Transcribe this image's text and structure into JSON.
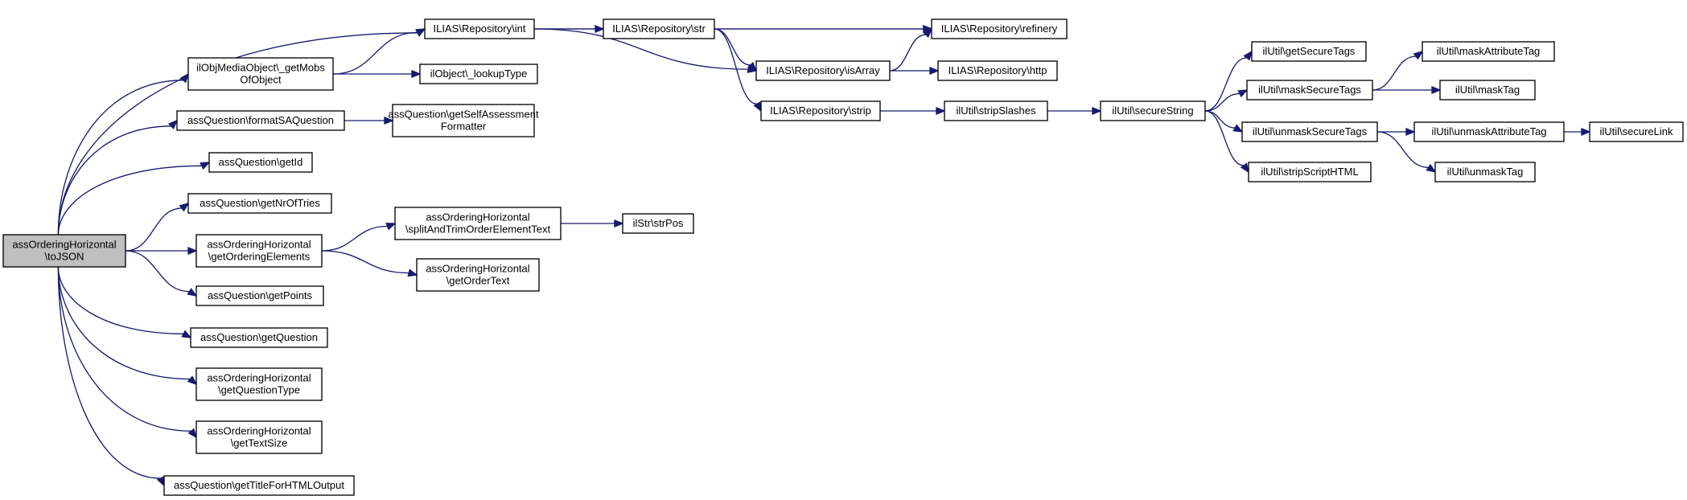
{
  "graph": {
    "colors": {
      "edge": "#191970",
      "root_fill": "#bfbfbf",
      "node_fill": "#ffffff",
      "node_border": "#000000"
    },
    "nodes": [
      {
        "id": "root",
        "lines": [
          "assOrderingHorizontal",
          "\\toJSON"
        ],
        "root": true
      },
      {
        "id": "n_ilias_int",
        "lines": [
          "ILIAS\\Repository\\int"
        ]
      },
      {
        "id": "n_getmobs",
        "lines": [
          "ilObjMediaObject\\_getMobs",
          "OfObject"
        ]
      },
      {
        "id": "n_formatsa",
        "lines": [
          "assQuestion\\formatSAQuestion"
        ]
      },
      {
        "id": "n_getid",
        "lines": [
          "assQuestion\\getId"
        ]
      },
      {
        "id": "n_getnroftries",
        "lines": [
          "assQuestion\\getNrOfTries"
        ]
      },
      {
        "id": "n_getorderingelements",
        "lines": [
          "assOrderingHorizontal",
          "\\getOrderingElements"
        ]
      },
      {
        "id": "n_getpoints",
        "lines": [
          "assQuestion\\getPoints"
        ]
      },
      {
        "id": "n_getquestion",
        "lines": [
          "assQuestion\\getQuestion"
        ]
      },
      {
        "id": "n_getquestiontype",
        "lines": [
          "assOrderingHorizontal",
          "\\getQuestionType"
        ]
      },
      {
        "id": "n_gettextsize",
        "lines": [
          "assOrderingHorizontal",
          "\\getTextSize"
        ]
      },
      {
        "id": "n_gettitle",
        "lines": [
          "assQuestion\\getTitleForHTMLOutput"
        ]
      },
      {
        "id": "n_ilias_str",
        "lines": [
          "ILIAS\\Repository\\str"
        ]
      },
      {
        "id": "n_lookuptype",
        "lines": [
          "ilObject\\_lookupType"
        ]
      },
      {
        "id": "n_selfassessment",
        "lines": [
          "assQuestion\\getSelfAssessment",
          "Formatter"
        ]
      },
      {
        "id": "n_splitandtrim",
        "lines": [
          "assOrderingHorizontal",
          "\\splitAndTrimOrderElementText"
        ]
      },
      {
        "id": "n_getordertext",
        "lines": [
          "assOrderingHorizontal",
          "\\getOrderText"
        ]
      },
      {
        "id": "n_ilias_refinery",
        "lines": [
          "ILIAS\\Repository\\refinery"
        ]
      },
      {
        "id": "n_ilias_isarray",
        "lines": [
          "ILIAS\\Repository\\isArray"
        ]
      },
      {
        "id": "n_ilias_strip",
        "lines": [
          "ILIAS\\Repository\\strip"
        ]
      },
      {
        "id": "n_strpos",
        "lines": [
          "ilStr\\strPos"
        ]
      },
      {
        "id": "n_ilias_http",
        "lines": [
          "ILIAS\\Repository\\http"
        ]
      },
      {
        "id": "n_stripslashes",
        "lines": [
          "ilUtil\\stripSlashes"
        ]
      },
      {
        "id": "n_securestring",
        "lines": [
          "ilUtil\\secureString"
        ]
      },
      {
        "id": "n_getsecuretags",
        "lines": [
          "ilUtil\\getSecureTags"
        ]
      },
      {
        "id": "n_masksecuretags",
        "lines": [
          "ilUtil\\maskSecureTags"
        ]
      },
      {
        "id": "n_unmasksecuretags",
        "lines": [
          "ilUtil\\unmaskSecureTags"
        ]
      },
      {
        "id": "n_stripscripthtml",
        "lines": [
          "ilUtil\\stripScriptHTML"
        ]
      },
      {
        "id": "n_maskattributetag",
        "lines": [
          "ilUtil\\maskAttributeTag"
        ]
      },
      {
        "id": "n_masktag",
        "lines": [
          "ilUtil\\maskTag"
        ]
      },
      {
        "id": "n_unmaskattributetag",
        "lines": [
          "ilUtil\\unmaskAttributeTag"
        ]
      },
      {
        "id": "n_unmasktag",
        "lines": [
          "ilUtil\\unmaskTag"
        ]
      },
      {
        "id": "n_securelink",
        "lines": [
          "ilUtil\\secureLink"
        ]
      }
    ],
    "edges": [
      {
        "from": "root",
        "to": "n_ilias_int"
      },
      {
        "from": "root",
        "to": "n_getmobs"
      },
      {
        "from": "root",
        "to": "n_formatsa"
      },
      {
        "from": "root",
        "to": "n_getid"
      },
      {
        "from": "root",
        "to": "n_getnroftries"
      },
      {
        "from": "root",
        "to": "n_getorderingelements"
      },
      {
        "from": "root",
        "to": "n_getpoints"
      },
      {
        "from": "root",
        "to": "n_getquestion"
      },
      {
        "from": "root",
        "to": "n_getquestiontype"
      },
      {
        "from": "root",
        "to": "n_gettextsize"
      },
      {
        "from": "root",
        "to": "n_gettitle"
      },
      {
        "from": "n_ilias_int",
        "to": "n_ilias_str"
      },
      {
        "from": "n_ilias_int",
        "to": "n_ilias_refinery"
      },
      {
        "from": "n_ilias_int",
        "to": "n_ilias_isarray"
      },
      {
        "from": "n_getmobs",
        "to": "n_ilias_int"
      },
      {
        "from": "n_getmobs",
        "to": "n_lookuptype"
      },
      {
        "from": "n_formatsa",
        "to": "n_selfassessment"
      },
      {
        "from": "n_getorderingelements",
        "to": "n_splitandtrim"
      },
      {
        "from": "n_getorderingelements",
        "to": "n_getordertext"
      },
      {
        "from": "n_ilias_str",
        "to": "n_ilias_refinery"
      },
      {
        "from": "n_ilias_str",
        "to": "n_ilias_isarray"
      },
      {
        "from": "n_ilias_str",
        "to": "n_ilias_strip"
      },
      {
        "from": "n_splitandtrim",
        "to": "n_strpos"
      },
      {
        "from": "n_ilias_isarray",
        "to": "n_ilias_refinery"
      },
      {
        "from": "n_ilias_isarray",
        "to": "n_ilias_http"
      },
      {
        "from": "n_ilias_strip",
        "to": "n_stripslashes"
      },
      {
        "from": "n_stripslashes",
        "to": "n_securestring"
      },
      {
        "from": "n_securestring",
        "to": "n_getsecuretags"
      },
      {
        "from": "n_securestring",
        "to": "n_masksecuretags"
      },
      {
        "from": "n_securestring",
        "to": "n_unmasksecuretags"
      },
      {
        "from": "n_securestring",
        "to": "n_stripscripthtml"
      },
      {
        "from": "n_masksecuretags",
        "to": "n_maskattributetag"
      },
      {
        "from": "n_masksecuretags",
        "to": "n_masktag"
      },
      {
        "from": "n_unmasksecuretags",
        "to": "n_unmaskattributetag"
      },
      {
        "from": "n_unmasksecuretags",
        "to": "n_unmasktag"
      },
      {
        "from": "n_unmaskattributetag",
        "to": "n_securelink"
      }
    ]
  }
}
